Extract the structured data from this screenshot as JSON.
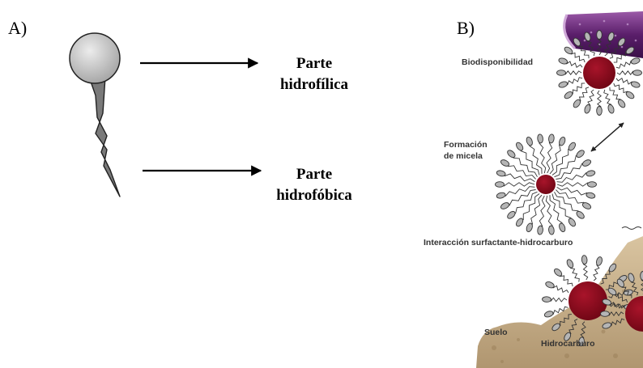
{
  "panel_a": {
    "letter": "A)",
    "label_head_line1": "Parte",
    "label_head_line2": "hidrofílica",
    "label_tail_line1": "Parte",
    "label_tail_line2": "hidrofóbica"
  },
  "panel_b": {
    "letter": "B)",
    "label_bioavailability": "Biodisponibilidad",
    "label_micelle_line1": "Formación",
    "label_micelle_line2": "de micela",
    "label_interaction": "Interacción surfactante-hidrocarburo",
    "label_soil": "Suelo",
    "label_hydrocarbon": "Hidrocarburo"
  },
  "colors": {
    "head_gray": "#c9c9c9",
    "tail_gray": "#7a7a7a",
    "hydrocarbon_red": "#8b0a1a",
    "bacterium_purple": "#6a2a7a",
    "soil_tan": "#c7b08a"
  }
}
